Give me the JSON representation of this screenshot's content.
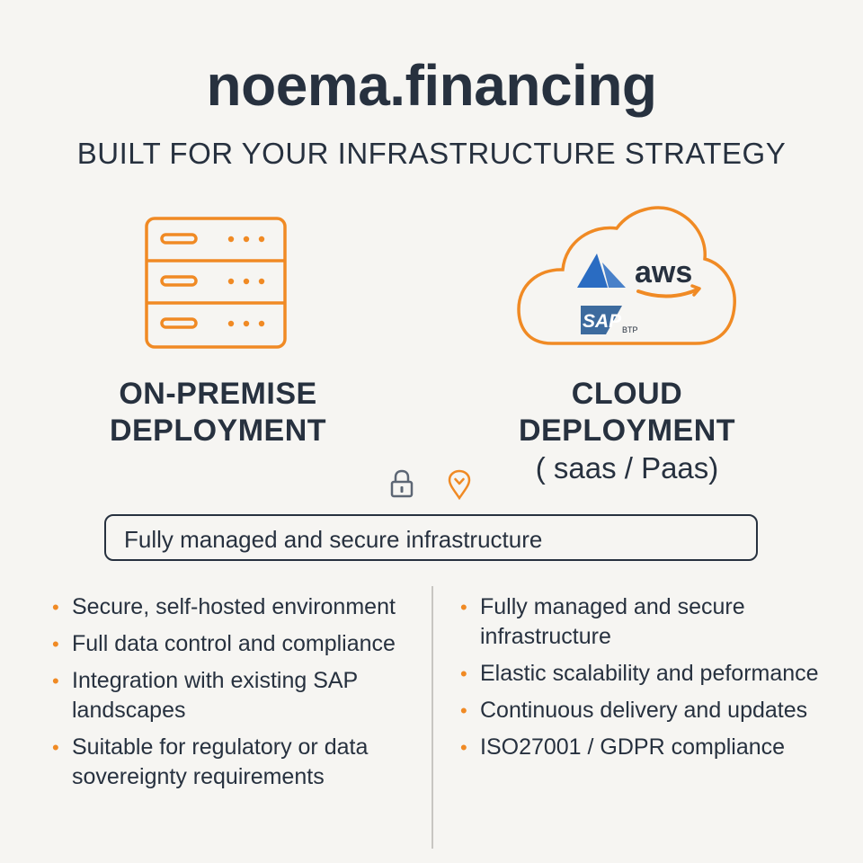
{
  "header": {
    "brand": "noema.financing",
    "tagline": "BUILT FOR YOUR INFRASTRUCTURE STRATEGY"
  },
  "icons": {
    "server": "server-rack-icon",
    "cloud": "cloud-icon",
    "lock": "lock-icon",
    "pin": "location-pin-icon"
  },
  "logos": {
    "aws": "aws",
    "sap": "SAP",
    "sap_suffix": "BTP"
  },
  "on_premise": {
    "title_line1": "ON-PREMISE",
    "title_line2": "DEPLOYMENT",
    "features": [
      "Secure, self-hosted environment",
      "Full data control and compliance",
      "Integration with existing SAP landscapes",
      "Suitable for regulatory or data sovereignty requirements"
    ]
  },
  "cloud": {
    "title_line1": "CLOUD",
    "title_line2": "DEPLOYMENT",
    "subtitle": "( saas / Paas)",
    "features": [
      "Fully managed and secure infrastructure",
      "Elastic scalability and peformance",
      "Continuous delivery and updates",
      "ISO27001 / GDPR compliance"
    ]
  },
  "banner": {
    "text": "Fully managed and secure infrastructure"
  },
  "colors": {
    "accent": "#f08a24",
    "text": "#27313f",
    "background": "#f6f5f2",
    "azure": "#2a6cc2"
  }
}
